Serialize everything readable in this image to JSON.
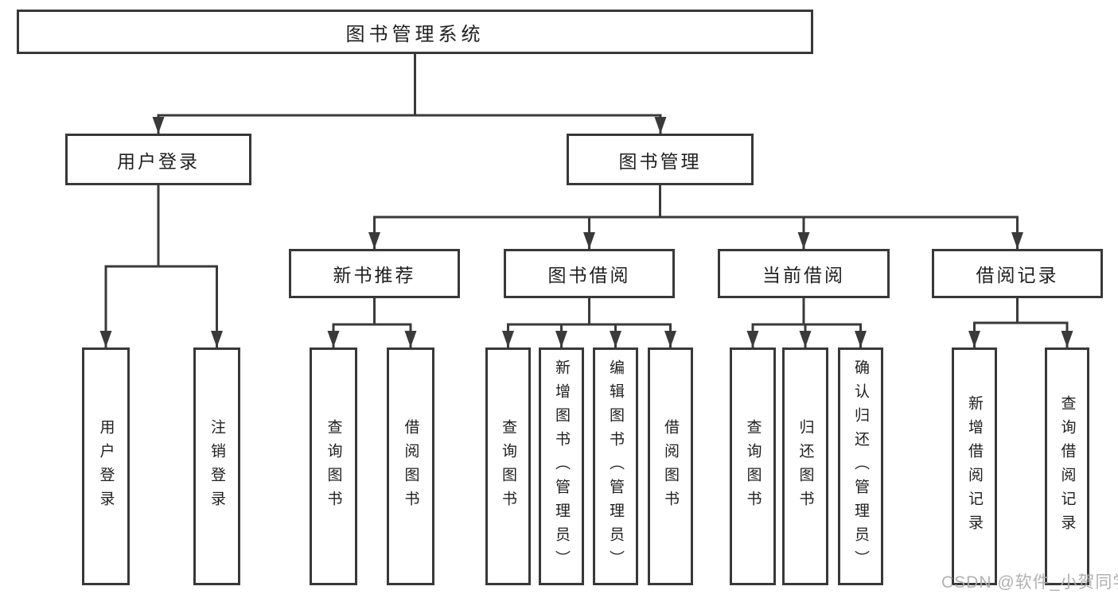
{
  "tree": {
    "label": "图书管理系统",
    "children": [
      {
        "label": "用户登录",
        "children": [
          {
            "label": "用户登录"
          },
          {
            "label": "注销登录"
          }
        ]
      },
      {
        "label": "图书管理",
        "children": [
          {
            "label": "新书推荐",
            "children": [
              {
                "label": "查询图书"
              },
              {
                "label": "借阅图书"
              }
            ]
          },
          {
            "label": "图书借阅",
            "children": [
              {
                "label": "查询图书"
              },
              {
                "label": "新增图书（管理员）"
              },
              {
                "label": "编辑图书（管理员）"
              },
              {
                "label": "借阅图书"
              }
            ]
          },
          {
            "label": "当前借阅",
            "children": [
              {
                "label": "查询图书"
              },
              {
                "label": "归还图书"
              },
              {
                "label": "确认归还（管理员）"
              }
            ]
          },
          {
            "label": "借阅记录",
            "children": [
              {
                "label": "新增借阅记录"
              },
              {
                "label": "查询借阅记录"
              }
            ]
          }
        ]
      }
    ]
  },
  "watermark": {
    "text": "CSDN @软件_小贺同学"
  },
  "colors": {
    "line": "#3a3a3a",
    "box_border": "#383838",
    "text": "#1f1f1f",
    "watermark": "#adadad",
    "background": "#ffffff"
  }
}
